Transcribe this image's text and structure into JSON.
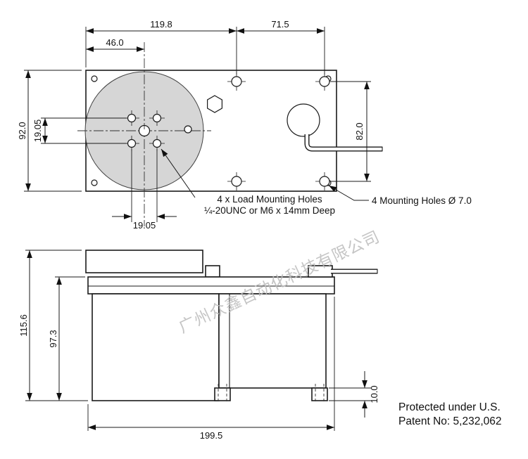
{
  "colors": {
    "line": "#1a1a1a",
    "rotary_table_fill": "#d6d6d6",
    "watermark": "#bcbcbc"
  },
  "watermark_text": "广州众鑫自动化科技有限公司",
  "patent": {
    "line1": "Protected under U.S.",
    "line2": "Patent No: 5,232,062"
  },
  "top_view": {
    "dim_left_width": "119.8",
    "dim_right_width": "71.5",
    "dim_center_offset": "46.0",
    "dim_plate_height": "92.0",
    "dim_load_hole_spacing_vertical": "19.05",
    "dim_load_hole_spacing_horizontal": "19.05",
    "dim_mount_hole_spacing": "82.0",
    "note_load_holes_line1": "4 x Load Mounting Holes",
    "note_load_holes_line2": "¼-20UNC or M6 x 14mm Deep",
    "note_mount_holes": "4 Mounting Holes Ø 7.0"
  },
  "side_view": {
    "dim_overall_height": "115.6",
    "dim_base_height": "97.3",
    "dim_overall_width": "199.5",
    "dim_foot_height": "10.0"
  }
}
